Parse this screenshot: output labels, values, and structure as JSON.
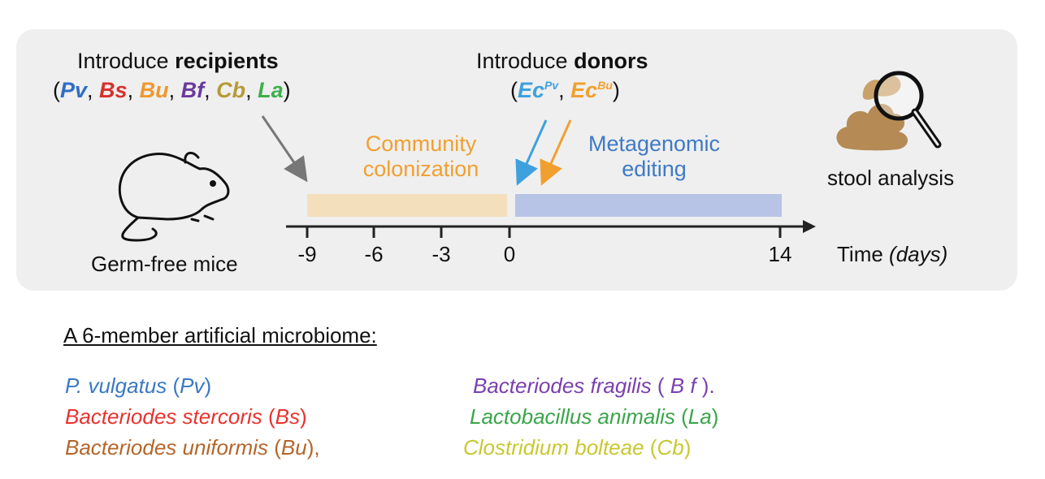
{
  "colors": {
    "pv": "#2f6dc4",
    "bs": "#d8302c",
    "bu": "#f0982d",
    "bf": "#6a3a9e",
    "cb": "#b59a35",
    "la": "#3bb04a",
    "ec_pv": "#3ea1dd",
    "ec_bu": "#f0a030",
    "colonization_bar": "#f3dfbc",
    "editing_bar": "#b8c4e6",
    "colonization_text": "#f0a030",
    "editing_text": "#3f7ac4",
    "legend_pv": "#3a78c4",
    "legend_bs": "#e8322e",
    "legend_bu": "#b5652a",
    "legend_bf": "#7a3fb0",
    "legend_la": "#3aa54a",
    "legend_cb": "#c8c830"
  },
  "recipients": {
    "prefix": "Introduce ",
    "bold": "recipients",
    "open": "(",
    "close": ")",
    "sep": ", ",
    "species": [
      "Pv",
      "Bs",
      "Bu",
      "Bf",
      "Cb",
      "La"
    ]
  },
  "donors": {
    "prefix": "Introduce ",
    "bold": "donors",
    "open": "(",
    "close": ")",
    "sep": ", ",
    "ec": "Ec",
    "sup1": "Pv",
    "sup2": "Bu"
  },
  "phase1": [
    "Community",
    "colonization"
  ],
  "phase2": [
    "Metagenomic",
    "editing"
  ],
  "mice_label": "Germ-free mice",
  "stool_label": "stool analysis",
  "axis": {
    "ticks": [
      "-9",
      "-6",
      "-3",
      "0",
      "14"
    ],
    "label_main": "Time ",
    "label_unit": "(days)"
  },
  "legend": {
    "title": "A 6-member artificial microbiome:",
    "pv": {
      "name": "P. vulgatus",
      "abbr": "Pv"
    },
    "bs": {
      "name": "Bacteriodes stercoris",
      "abbr": "Bs"
    },
    "bu": {
      "name": "Bacteriodes uniformis",
      "abbr": "Bu",
      "tail": ","
    },
    "bf": {
      "name": "Bacteriodes fragilis",
      "abbr": " B f ",
      "tail": "."
    },
    "la": {
      "name": "Lactobacillus animalis",
      "abbr": "La"
    },
    "cb": {
      "name": "Clostridium bolteae",
      "abbr": "Cb"
    }
  }
}
